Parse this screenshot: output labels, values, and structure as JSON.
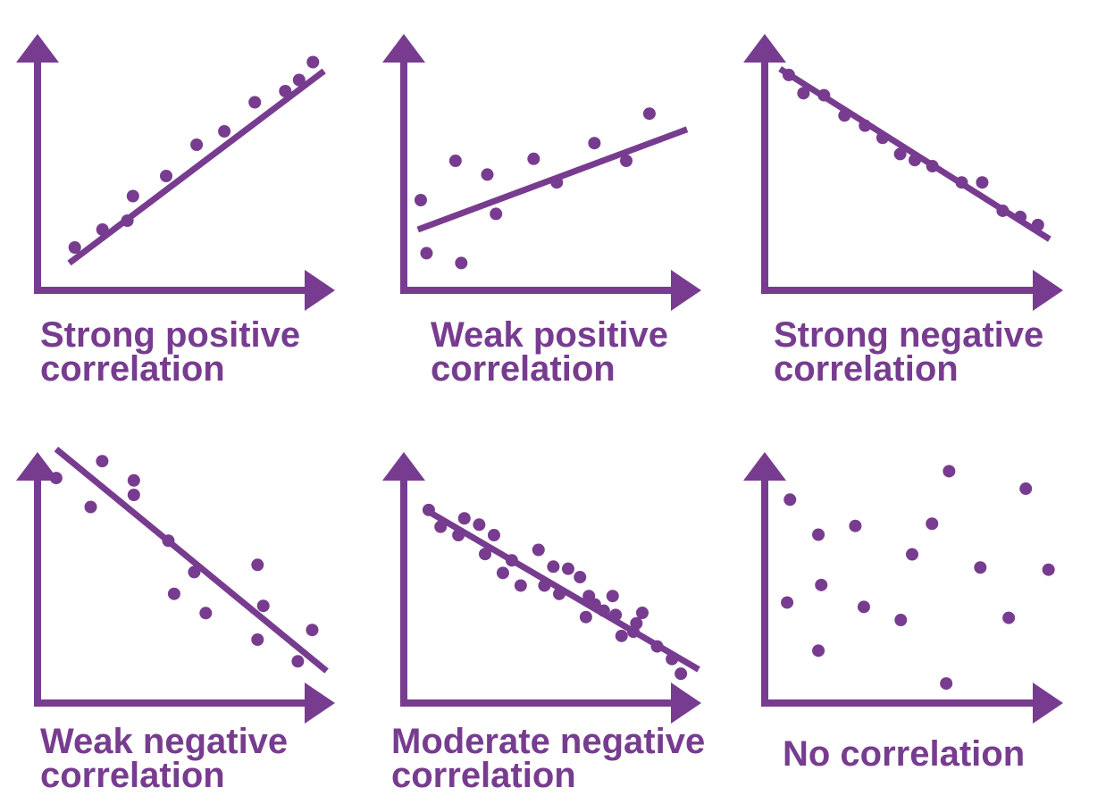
{
  "theme": {
    "color": "#773C8F",
    "background": "#FFFFFF"
  },
  "chart_data": [
    {
      "type": "scatter",
      "caption": [
        "Strong positive",
        "correlation"
      ],
      "trendline": {
        "from": [
          0.05,
          0.07
        ],
        "to": [
          0.97,
          0.93
        ]
      },
      "points": [
        [
          0.07,
          0.14
        ],
        [
          0.17,
          0.22
        ],
        [
          0.26,
          0.26
        ],
        [
          0.28,
          0.37
        ],
        [
          0.4,
          0.46
        ],
        [
          0.51,
          0.6
        ],
        [
          0.61,
          0.66
        ],
        [
          0.72,
          0.79
        ],
        [
          0.83,
          0.84
        ],
        [
          0.88,
          0.89
        ],
        [
          0.93,
          0.97
        ]
      ]
    },
    {
      "type": "scatter",
      "caption": [
        "Weak positive",
        "correlation"
      ],
      "trendline": {
        "from": [
          0.03,
          0.25
        ],
        "to": [
          0.96,
          0.76
        ]
      },
      "points": [
        [
          0.04,
          0.4
        ],
        [
          0.06,
          0.13
        ],
        [
          0.16,
          0.6
        ],
        [
          0.18,
          0.08
        ],
        [
          0.27,
          0.53
        ],
        [
          0.3,
          0.33
        ],
        [
          0.43,
          0.61
        ],
        [
          0.51,
          0.49
        ],
        [
          0.64,
          0.69
        ],
        [
          0.75,
          0.6
        ],
        [
          0.83,
          0.84
        ]
      ]
    },
    {
      "type": "scatter",
      "caption": [
        "Strong negative",
        "correlation"
      ],
      "trendline": {
        "from": [
          0.04,
          0.96
        ],
        "to": [
          0.96,
          0.12
        ]
      },
      "points": [
        [
          0.07,
          0.93
        ],
        [
          0.12,
          0.84
        ],
        [
          0.19,
          0.83
        ],
        [
          0.26,
          0.73
        ],
        [
          0.33,
          0.68
        ],
        [
          0.39,
          0.62
        ],
        [
          0.45,
          0.54
        ],
        [
          0.5,
          0.51
        ],
        [
          0.56,
          0.48
        ],
        [
          0.66,
          0.4
        ],
        [
          0.73,
          0.4
        ],
        [
          0.8,
          0.26
        ],
        [
          0.86,
          0.23
        ],
        [
          0.92,
          0.19
        ]
      ]
    },
    {
      "type": "scatter",
      "caption": [
        "Weak negative",
        "correlation"
      ],
      "trendline": {
        "from": [
          0.04,
          0.99
        ],
        "to": [
          0.98,
          0.07
        ]
      },
      "points": [
        [
          0.04,
          0.87
        ],
        [
          0.16,
          0.75
        ],
        [
          0.2,
          0.94
        ],
        [
          0.31,
          0.86
        ],
        [
          0.31,
          0.8
        ],
        [
          0.43,
          0.61
        ],
        [
          0.45,
          0.39
        ],
        [
          0.52,
          0.48
        ],
        [
          0.56,
          0.31
        ],
        [
          0.74,
          0.51
        ],
        [
          0.74,
          0.2
        ],
        [
          0.76,
          0.34
        ],
        [
          0.88,
          0.11
        ],
        [
          0.93,
          0.24
        ]
      ]
    },
    {
      "type": "scatter",
      "caption": [
        "Moderate negative",
        "correlation"
      ],
      "trendline": {
        "from": [
          0.05,
          0.89
        ],
        "to": [
          0.97,
          0.13
        ]
      },
      "points": [
        [
          0.06,
          0.89
        ],
        [
          0.1,
          0.81
        ],
        [
          0.16,
          0.77
        ],
        [
          0.18,
          0.85
        ],
        [
          0.23,
          0.82
        ],
        [
          0.25,
          0.68
        ],
        [
          0.28,
          0.77
        ],
        [
          0.31,
          0.59
        ],
        [
          0.34,
          0.65
        ],
        [
          0.37,
          0.53
        ],
        [
          0.43,
          0.7
        ],
        [
          0.45,
          0.53
        ],
        [
          0.48,
          0.62
        ],
        [
          0.5,
          0.49
        ],
        [
          0.53,
          0.61
        ],
        [
          0.57,
          0.57
        ],
        [
          0.59,
          0.38
        ],
        [
          0.6,
          0.48
        ],
        [
          0.62,
          0.44
        ],
        [
          0.65,
          0.41
        ],
        [
          0.68,
          0.48
        ],
        [
          0.69,
          0.39
        ],
        [
          0.71,
          0.29
        ],
        [
          0.75,
          0.31
        ],
        [
          0.76,
          0.35
        ],
        [
          0.78,
          0.4
        ],
        [
          0.83,
          0.24
        ],
        [
          0.88,
          0.18
        ],
        [
          0.91,
          0.11
        ]
      ]
    },
    {
      "type": "scatter",
      "caption": [
        "No correlation"
      ],
      "trendline": null,
      "points": [
        [
          0.07,
          0.86
        ],
        [
          0.06,
          0.39
        ],
        [
          0.17,
          0.7
        ],
        [
          0.18,
          0.47
        ],
        [
          0.17,
          0.17
        ],
        [
          0.3,
          0.74
        ],
        [
          0.33,
          0.37
        ],
        [
          0.46,
          0.31
        ],
        [
          0.5,
          0.61
        ],
        [
          0.57,
          0.75
        ],
        [
          0.62,
          0.02
        ],
        [
          0.63,
          0.99
        ],
        [
          0.74,
          0.55
        ],
        [
          0.84,
          0.32
        ],
        [
          0.9,
          0.91
        ],
        [
          0.98,
          0.54
        ]
      ]
    }
  ]
}
